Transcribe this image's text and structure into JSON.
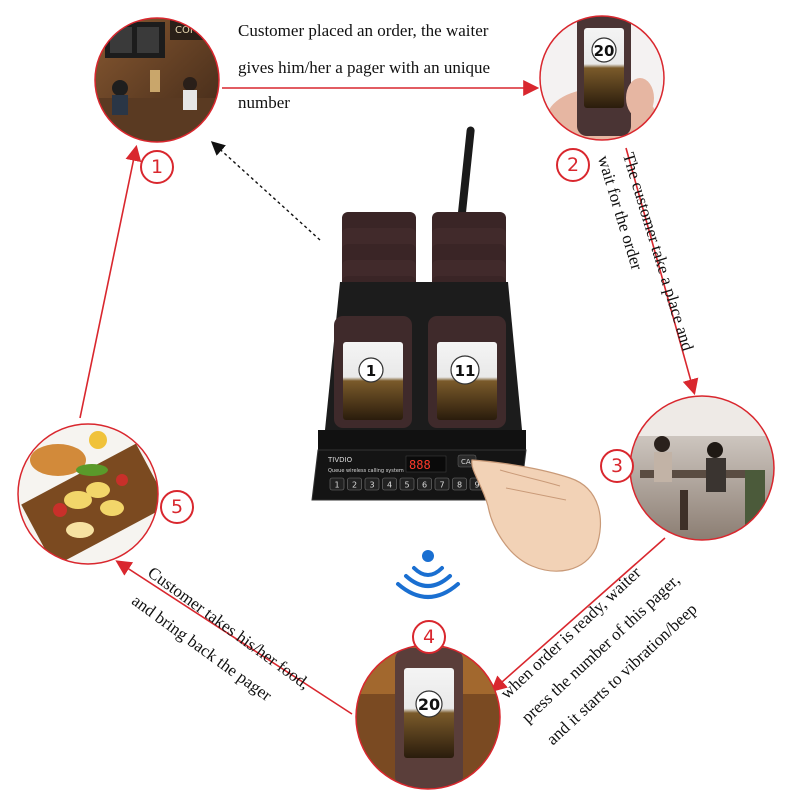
{
  "steps": [
    {
      "number": "1",
      "text": [
        "Customer placed an order, the waiter",
        "gives him/her a pager with an unique",
        "number"
      ]
    },
    {
      "number": "2",
      "text": [
        "The customer  take a place and",
        "wait for the order"
      ]
    },
    {
      "number": "3",
      "text": [
        "when order is ready, waiter",
        "press the number of this pager,",
        "and it starts to vibration/beep"
      ]
    },
    {
      "number": "4",
      "text": []
    },
    {
      "number": "5",
      "text": [
        "Customer takes his/her food,",
        "and bring back the pager"
      ]
    }
  ],
  "pagers": {
    "step2_display": "20",
    "step4_display": "20",
    "base_left": "1",
    "base_right": "11"
  },
  "device": {
    "brand": "TIVDIO",
    "subtitle": "Queue wireless calling system",
    "display": "888",
    "cancel_key": "CA",
    "keypad": [
      "1",
      "2",
      "3",
      "4",
      "5",
      "6",
      "7",
      "8",
      "9"
    ]
  },
  "colors": {
    "arrow": "#d9272e",
    "circle_border": "#d9272e",
    "signal": "#1a6fd1"
  },
  "scene_signs": {
    "cafe_sign": "COFFEE"
  }
}
